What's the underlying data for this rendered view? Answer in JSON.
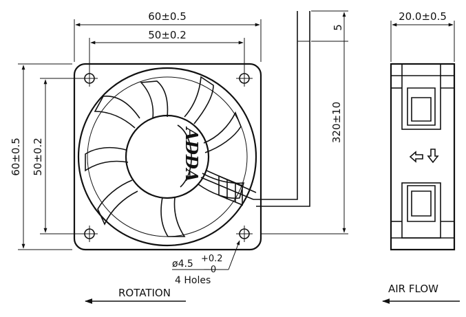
{
  "drawing": {
    "front_view": {
      "dim_overall_width": "60±0.5",
      "dim_hole_spacing_width": "50±0.2",
      "dim_overall_height": "60±0.5",
      "dim_hole_spacing_height": "50±0.2",
      "logo_text": "ADDA",
      "hole_dim_prefix": "ø4.5",
      "hole_tol_upper": "+0.2",
      "hole_tol_lower": "−0",
      "hole_count": "4 Holes"
    },
    "lead_wire": {
      "dim_wire_length": "320±10",
      "dim_strip_length": "5"
    },
    "side_view": {
      "dim_depth": "20.0±0.5"
    },
    "labels": {
      "rotation": "ROTATION",
      "air_flow": "AIR FLOW"
    }
  }
}
